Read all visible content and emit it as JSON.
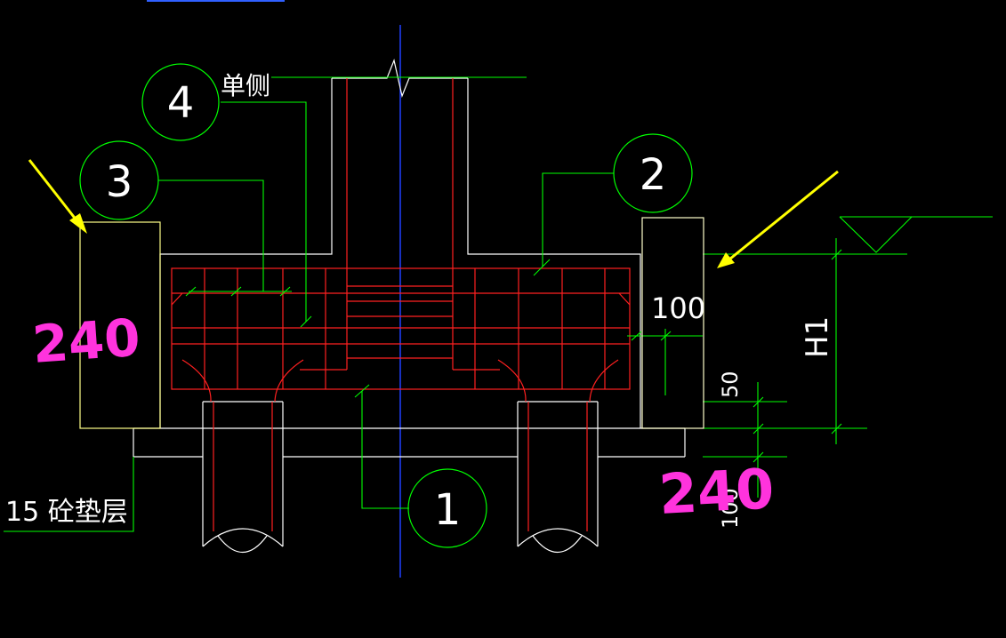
{
  "labels": {
    "single_side": "单侧",
    "bedding": "15 砼垫层",
    "dim_100": "100",
    "dim_50": "50",
    "dim_100_small": "100",
    "h1": "H1"
  },
  "callouts": {
    "c1": "1",
    "c2": "2",
    "c3": "3",
    "c4": "4"
  },
  "annotations": {
    "left": "240",
    "right": "240"
  },
  "colors": {
    "background": "#000000",
    "outline": "#ffffff",
    "rebar": "#ff2020",
    "leader": "#00ff00",
    "wall": "#ffff66",
    "axis": "#2040ff",
    "arrow": "#ffff00",
    "handwriting": "#ff33dd"
  }
}
